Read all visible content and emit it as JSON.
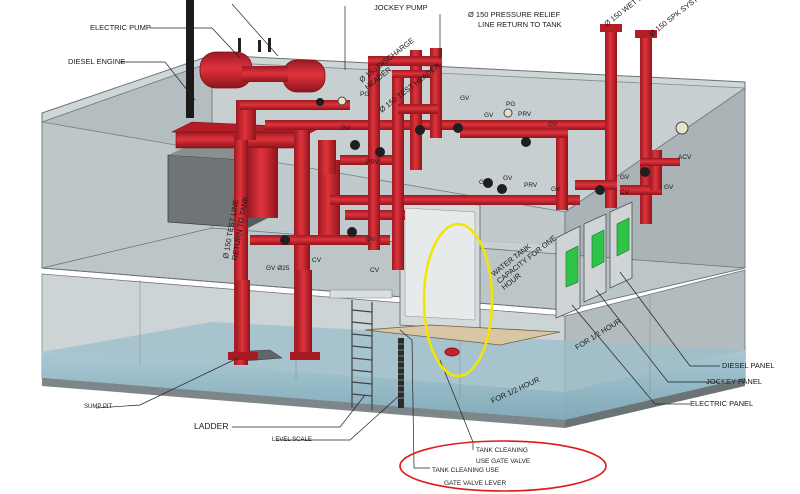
{
  "callouts": {
    "electric_pump": "ELECTRIC PUMP",
    "diesel_engine": "DIESEL ENGINE",
    "jockey_pump": "JOCKEY PUMP",
    "pressure_relief_line1": "Ø 150 PRESSURE RELIEF",
    "pressure_relief_line2": "LINE RETURN TO TANK",
    "wet_system": "Ø 150 WET SYS...",
    "spk_system": "Ø 150 SPK SYSTEM",
    "discharge_header": "Ø 150 DISCHARGE HEADER",
    "test_header": "Ø 150 TEST HEADER",
    "test_line": "Ø 150 TEST LINE RETURN TO TANK",
    "water_tank_capacity": "WATER TANK CAPACITY FOR ONE HOUR",
    "half_hour_upper": "FOR 1/2 HOUR",
    "half_hour_lower": "FOR 1/2 HOUR",
    "diesel_panel": "DIESEL PANEL",
    "jockey_panel": "JOCKEY PANEL",
    "electric_panel": "ELECTRIC PANEL",
    "sump_pit": "SUMP PIT",
    "ladder": "LADDER",
    "level_scale": "LEVEL SCALE",
    "tank_cleaning_gv_1": "TANK CLEANING",
    "tank_cleaning_gv_2": "USE GATE VALVE",
    "tank_cleaning_lever_1": "TANK CLEANING USE",
    "tank_cleaning_lever_2": "GATE VALVE LEVER"
  },
  "valve_tags": {
    "pg_1": "PG",
    "pg_2": "PG",
    "gv_1": "GV",
    "gv_2": "GV",
    "gv_3": "GV",
    "gv_4": "GV",
    "gv_5": "GV",
    "gv_6": "GV",
    "gv_7": "GV",
    "gv_8": "GV",
    "gv_9": "GV",
    "gv_10": "GV",
    "prv_1": "PRV",
    "prv_2": "PRV",
    "prv_3": "PRV",
    "cv_1": "CV",
    "cv_2": "CV",
    "cv_3": "CV",
    "acv": "ACV",
    "gv_small": "GV Ø25"
  },
  "colors": {
    "pipe_red": "#c8202a",
    "pipe_dark": "#8e141b",
    "glass": "#b9c4c6",
    "water": "#8fb6c4",
    "highlight_yellow": "#f2e600",
    "highlight_red": "#e01a1a",
    "panel_green": "#2fc447"
  }
}
